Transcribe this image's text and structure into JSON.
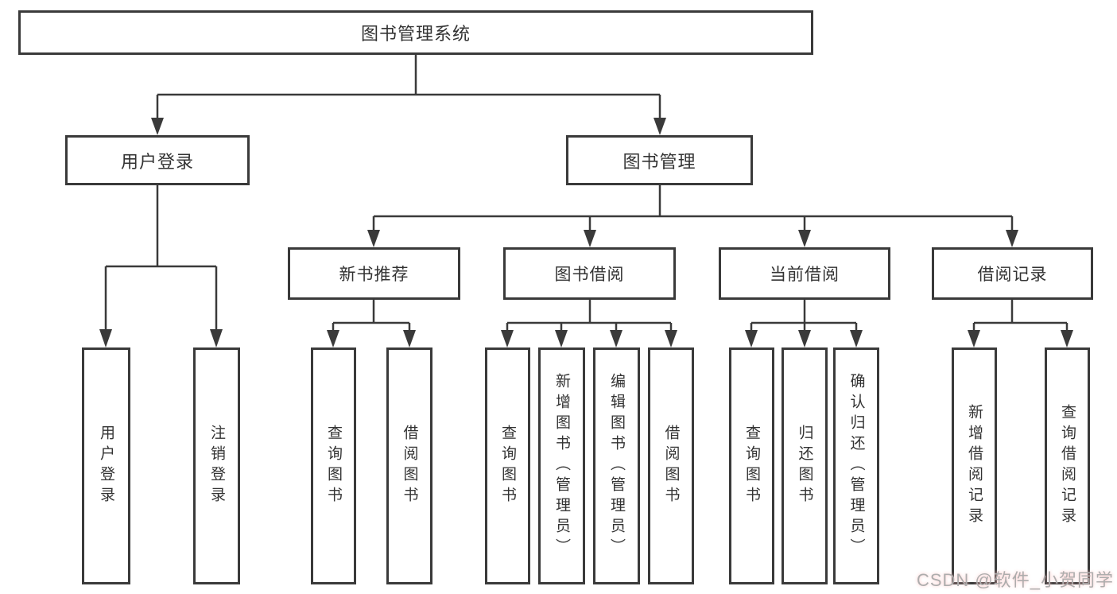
{
  "tree": {
    "label": "图书管理系统",
    "children": [
      {
        "label": "用户登录",
        "children": [
          {
            "label": "用户登录"
          },
          {
            "label": "注销登录"
          }
        ]
      },
      {
        "label": "图书管理",
        "children": [
          {
            "label": "新书推荐",
            "children": [
              {
                "label": "查询图书"
              },
              {
                "label": "借阅图书"
              }
            ]
          },
          {
            "label": "图书借阅",
            "children": [
              {
                "label": "查询图书"
              },
              {
                "label": "新增图书（管理员）"
              },
              {
                "label": "编辑图书（管理员）"
              },
              {
                "label": "借阅图书"
              }
            ]
          },
          {
            "label": "当前借阅",
            "children": [
              {
                "label": "查询图书"
              },
              {
                "label": "归还图书"
              },
              {
                "label": "确认归还（管理员）"
              }
            ]
          },
          {
            "label": "借阅记录",
            "children": [
              {
                "label": "新增借阅记录"
              },
              {
                "label": "查询借阅记录"
              }
            ]
          }
        ]
      }
    ]
  },
  "watermark": "CSDN @软件_小贺同学",
  "colors": {
    "line": "#3a3a3a",
    "text": "#333333",
    "watermark": "#adadad",
    "background": "#ffffff"
  }
}
